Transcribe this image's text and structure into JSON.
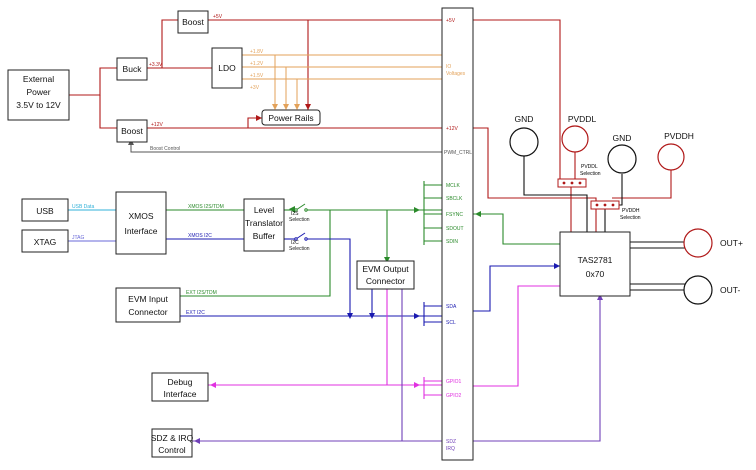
{
  "colors": {
    "red": "#b01818",
    "orange": "#e3a25a",
    "gray": "#555555",
    "green": "#2a8a2a",
    "blue": "#1a1ab0",
    "cyan": "#30b0d8",
    "magenta": "#e030e0",
    "purple": "#7040b8",
    "black": "#111111"
  },
  "blocks": {
    "external_power": [
      "External",
      "Power",
      "3.5V to 12V"
    ],
    "buck": "Buck",
    "boost_top": "Boost",
    "boost_bottom": "Boost",
    "ldo": "LDO",
    "power_rails": "Power Rails",
    "usb": "USB",
    "xtag": "XTAG",
    "xmos": [
      "XMOS",
      "Interface"
    ],
    "level_translator": [
      "Level",
      "Translator",
      "Buffer"
    ],
    "evm_output": [
      "EVM Output",
      "Connector"
    ],
    "evm_input": [
      "EVM Input",
      "Connector"
    ],
    "debug": [
      "Debug",
      "Interface"
    ],
    "sdz_irq": [
      "SDZ & IRQ",
      "Control"
    ],
    "tas2781": [
      "TAS2781",
      "0x70"
    ]
  },
  "nets": {
    "v5": "+5V",
    "v3p3": "+3.3V",
    "v12": "+12V",
    "v1p8": "+1.8V",
    "v1p2": "+1.2V",
    "v1p5": "+1.5V",
    "v3": "+3V",
    "boost_control": "Boost Control",
    "usb_data": "USB Data",
    "jtag": "JTAG",
    "xmos_i2s": "XMOS I2S/TDM",
    "xmos_i2c": "XMOS I2C",
    "ext_i2s": "EXT I2S/TDM",
    "ext_i2c": "EXT I2C",
    "i2s_sel": [
      "I2S",
      "Selection"
    ],
    "i2c_sel": [
      "I2C",
      "Selection"
    ]
  },
  "header_pins": {
    "v5": "+5V",
    "io_voltages": [
      "IO",
      "Voltages"
    ],
    "v12": "+12V",
    "pwm_ctrl": "PWM_CTRL",
    "mclk": "MCLK",
    "sbclk": "SBCLK",
    "fsync": "FSYNC",
    "sdout": "SDOUT",
    "sdin": "SDIN",
    "sda": "SDA",
    "scl": "SCL",
    "gpio1": "GPIO1",
    "gpio2": "GPIO2",
    "sdz": "SDZ",
    "irq": "IRQ"
  },
  "terminals": {
    "gnd1": "GND",
    "pvddl": "PVDDL",
    "gnd2": "GND",
    "pvddh": "PVDDH",
    "out_plus": "OUT+",
    "out_minus": "OUT-",
    "pvddl_sel": [
      "PVDDL",
      "Selection"
    ],
    "pvddh_sel": [
      "PVDDH",
      "Selection"
    ]
  }
}
